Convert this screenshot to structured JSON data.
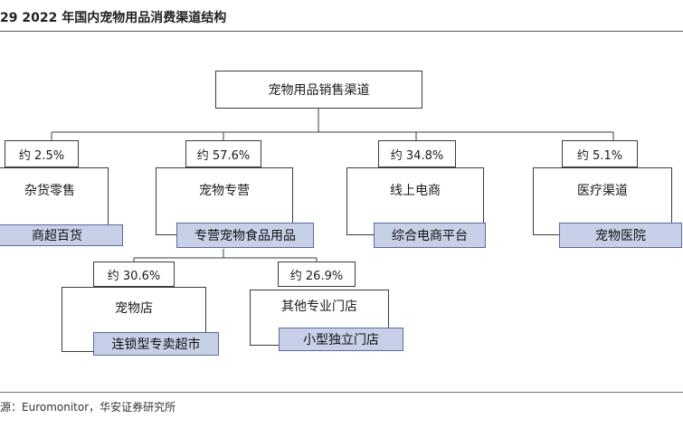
{
  "caption": "29 2022 年国内宠物用品消费渠道结构",
  "source": "源：Euromonitor，华安证券研究所",
  "root": {
    "label": "宠物用品销售渠道"
  },
  "channels": [
    {
      "share": "约 2.5%",
      "label": "杂货零售",
      "tag": "商超百货"
    },
    {
      "share": "约 57.6%",
      "label": "宠物专营",
      "tag": "专营宠物食品用品"
    },
    {
      "share": "约 34.8%",
      "label": "线上电商",
      "tag": "综合电商平台"
    },
    {
      "share": "约 5.1%",
      "label": "医疗渠道",
      "tag": "宠物医院"
    }
  ],
  "sub_channels": [
    {
      "share": "约 30.6%",
      "label": "宠物店",
      "tag": "连锁型专卖超市"
    },
    {
      "share": "约 26.9%",
      "label": "其他专业门店",
      "tag": "小型独立门店"
    }
  ]
}
